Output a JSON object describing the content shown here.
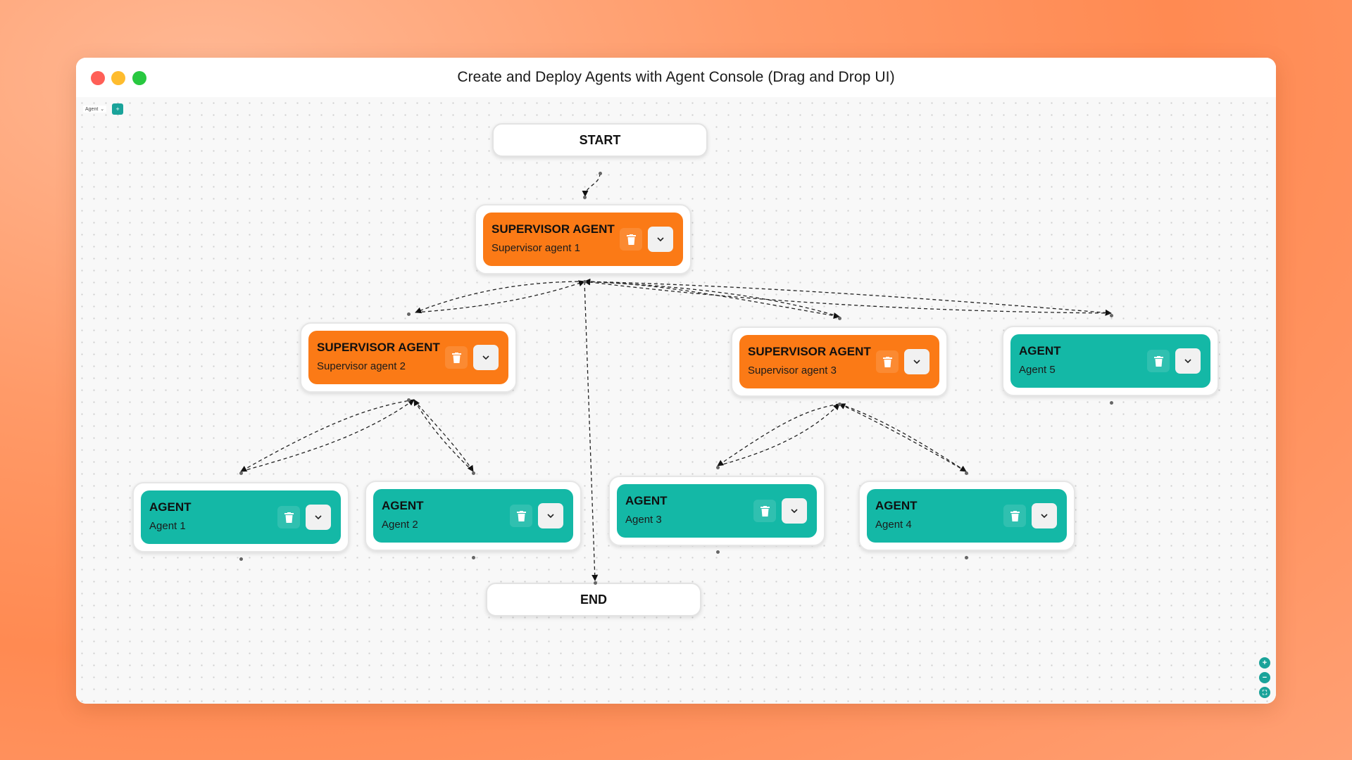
{
  "window": {
    "title": "Create and Deploy Agents with Agent Console (Drag and Drop UI)"
  },
  "toolbar": {
    "agent_select": "Agent",
    "add_label": "+"
  },
  "terminals": {
    "start": "START",
    "end": "END"
  },
  "nodes": [
    {
      "type": "SUPERVISOR AGENT",
      "label": "Supervisor agent 1",
      "color": "#fb7a16"
    },
    {
      "type": "SUPERVISOR AGENT",
      "label": "Supervisor agent 2",
      "color": "#fb7a16"
    },
    {
      "type": "SUPERVISOR AGENT",
      "label": "Supervisor agent 3",
      "color": "#fb7a16"
    },
    {
      "type": "AGENT",
      "label": "Agent 5",
      "color": "#14b8a6"
    },
    {
      "type": "AGENT",
      "label": "Agent 1",
      "color": "#14b8a6"
    },
    {
      "type": "AGENT",
      "label": "Agent 2",
      "color": "#14b8a6"
    },
    {
      "type": "AGENT",
      "label": "Agent 3",
      "color": "#14b8a6"
    },
    {
      "type": "AGENT",
      "label": "Agent 4",
      "color": "#14b8a6"
    }
  ],
  "zoom_controls": {
    "zoom_in": "+",
    "zoom_out": "−",
    "fit": "⛶"
  },
  "icons": {
    "delete": "trash-icon",
    "expand": "chevron-down-icon"
  }
}
